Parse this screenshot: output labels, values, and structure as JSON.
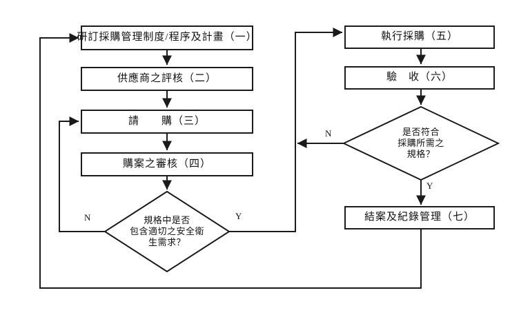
{
  "diagram": {
    "type": "flowchart",
    "title": "",
    "language": "zh-Hant",
    "background_color": "#ffffff",
    "line_color": "#1a1a1a",
    "text_color": "#111111"
  },
  "nodes": {
    "box1": {
      "shape": "process",
      "text": "研訂採購管理制度/程序及計畫（一）"
    },
    "box2": {
      "shape": "process",
      "text": "供應商之評核（二）"
    },
    "box3": {
      "shape": "process",
      "text": "請　　購（三）"
    },
    "box4": {
      "shape": "process",
      "text": "購案之審核（四）"
    },
    "diamond1": {
      "shape": "decision",
      "text": "規格中是否\n包含適切之安全衛\n生需求？"
    },
    "box5": {
      "shape": "process",
      "text": "執行採購（五）"
    },
    "box6": {
      "shape": "process",
      "text": "驗　收（六）"
    },
    "diamond2": {
      "shape": "decision",
      "text": "是否符合\n採購所需之\n規格？"
    },
    "box7": {
      "shape": "process",
      "text": "結案及紀錄管理（七）"
    }
  },
  "branch_labels": {
    "d1_no": "N",
    "d1_yes": "Y",
    "d2_no": "N",
    "d2_yes": "Y"
  }
}
